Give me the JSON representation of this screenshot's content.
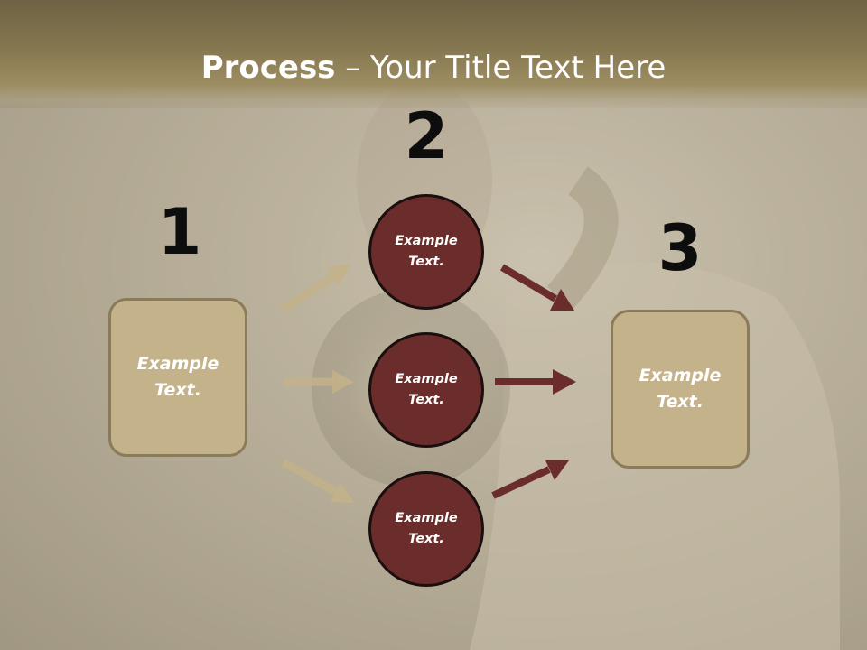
{
  "title": {
    "bold": "Process",
    "rest": " – Your Title Text Here"
  },
  "steps": [
    {
      "number": "1",
      "label": "Example\nText."
    },
    {
      "number": "2",
      "label": "Example\nText."
    },
    {
      "number": "3",
      "label": "Example\nText."
    }
  ],
  "circles": [
    {
      "label": "Example\nText."
    },
    {
      "label": "Example\nText."
    },
    {
      "label": "Example\nText."
    }
  ],
  "colors": {
    "box_fill": "#c4b28a",
    "circle_fill": "#6b2d2b",
    "arrow_in": "#c4b28a",
    "arrow_out": "#6b2d2b",
    "title_band": "#85774f"
  }
}
